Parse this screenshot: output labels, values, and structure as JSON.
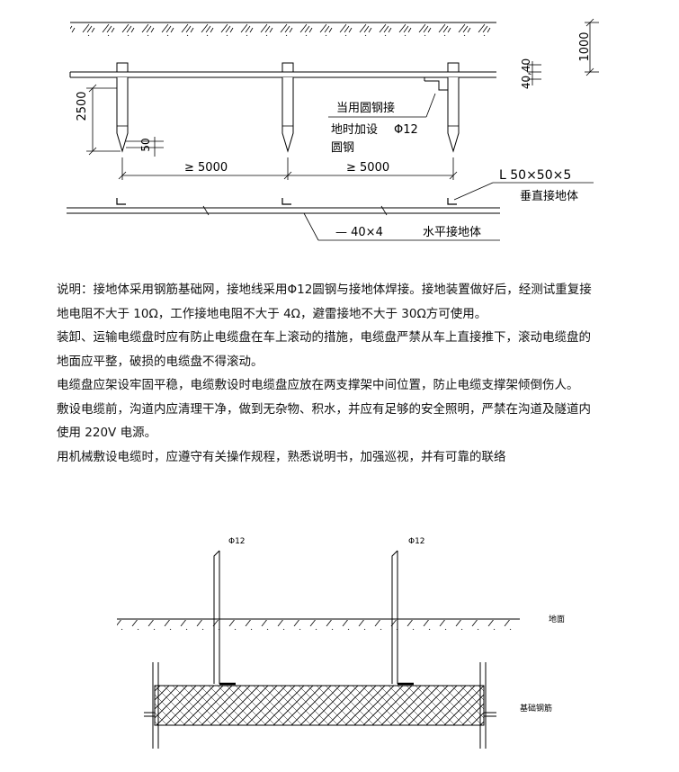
{
  "top_drawing": {
    "dim_1000": "1000",
    "dim_40_40": "40,40",
    "dim_2500": "2500",
    "dim_50": "50",
    "note_line1": "当用圆钢接",
    "note_line2": "地时加设",
    "note_phi": "Φ12",
    "note_line3": "圆钢",
    "spacing_1": "≥ 5000",
    "spacing_2": "≥ 5000",
    "angle_spec": "L 50×50×5",
    "angle_label": "垂直接地体",
    "flat_spec": "— 40×4",
    "flat_label": "水平接地体"
  },
  "notes": [
    "说明：接地体采用钢筋基础网，接地线采用Φ12圆钢与接地体焊接。接地装置做好后，经测试重复接地电阻不大于 10Ω，工作接地电阻不大于 4Ω，避雷接地不大于 30Ω方可使用。",
    "装卸、运输电缆盘时应有防止电缆盘在车上滚动的措施，电缆盘严禁从车上直接推下，滚动电缆盘的地面应平整，破损的电缆盘不得滚动。",
    "电缆盘应架设牢固平稳，电缆敷设时电缆盘应放在两支撑架中间位置，防止电缆支撑架倾倒伤人。",
    "敷设电缆前，沟道内应清理干净，做到无杂物、积水，并应有足够的安全照明，严禁在沟道及隧道内使用 220V 电源。",
    "用机械敷设电缆时，应遵守有关操作规程，熟悉说明书，加强巡视，并有可靠的联络"
  ],
  "bottom_drawing": {
    "rod_label_1": "Φ12",
    "rod_label_2": "Φ12",
    "ground_label": "地面",
    "rebar_label": "基础钢筋"
  }
}
